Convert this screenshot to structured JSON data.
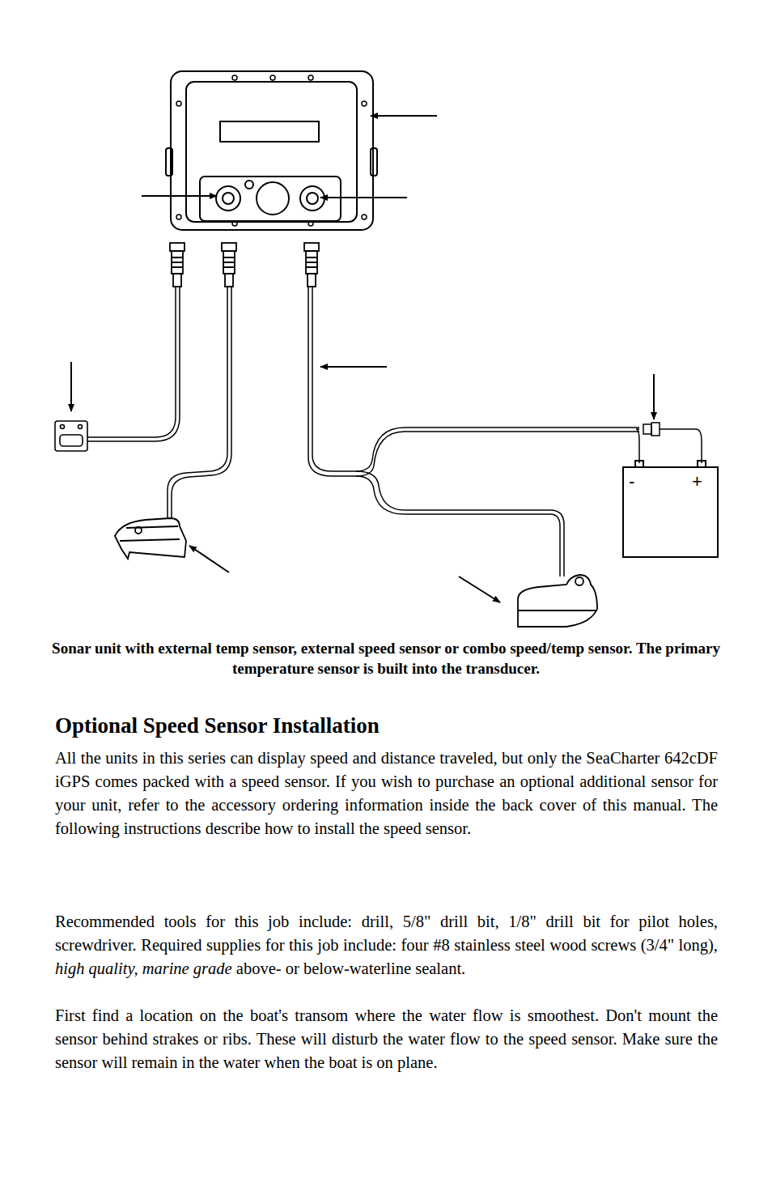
{
  "diagram": {
    "title": "Optional Speed Sensor Installation",
    "caption": "Sonar unit with external temp sensor, external speed sensor or combo speed/temp sensor. The primary temperature sensor is built into the transducer.",
    "labels": [
      "-",
      "+",
      "All the units in this series can display speed and distance traveled, but only the SeaCharter 642cDF iGPS comes packed with a speed sensor. If you wish to purchase an optional additional sensor for your unit, refer to the accessory ordering information inside the back cover of this manual. The following instructions describe how to install the speed sensor.",
      "Recommended tools for this job include: drill, 5/8\" drill bit, 1/8\" drill bit for pilot holes, screwdriver. Required supplies for this job include: four #8 stainless steel wood screws (3/4\" long),",
      "high quality, marine grade",
      "above- or below-waterline sealant.",
      "First find a location on the boat's transom where the water flow is smoothest. Don't mount the sensor behind strakes or ribs. These will disturb the water flow to the speed sensor. Make sure the sensor will remain in the water when the boat is on plane."
    ]
  }
}
